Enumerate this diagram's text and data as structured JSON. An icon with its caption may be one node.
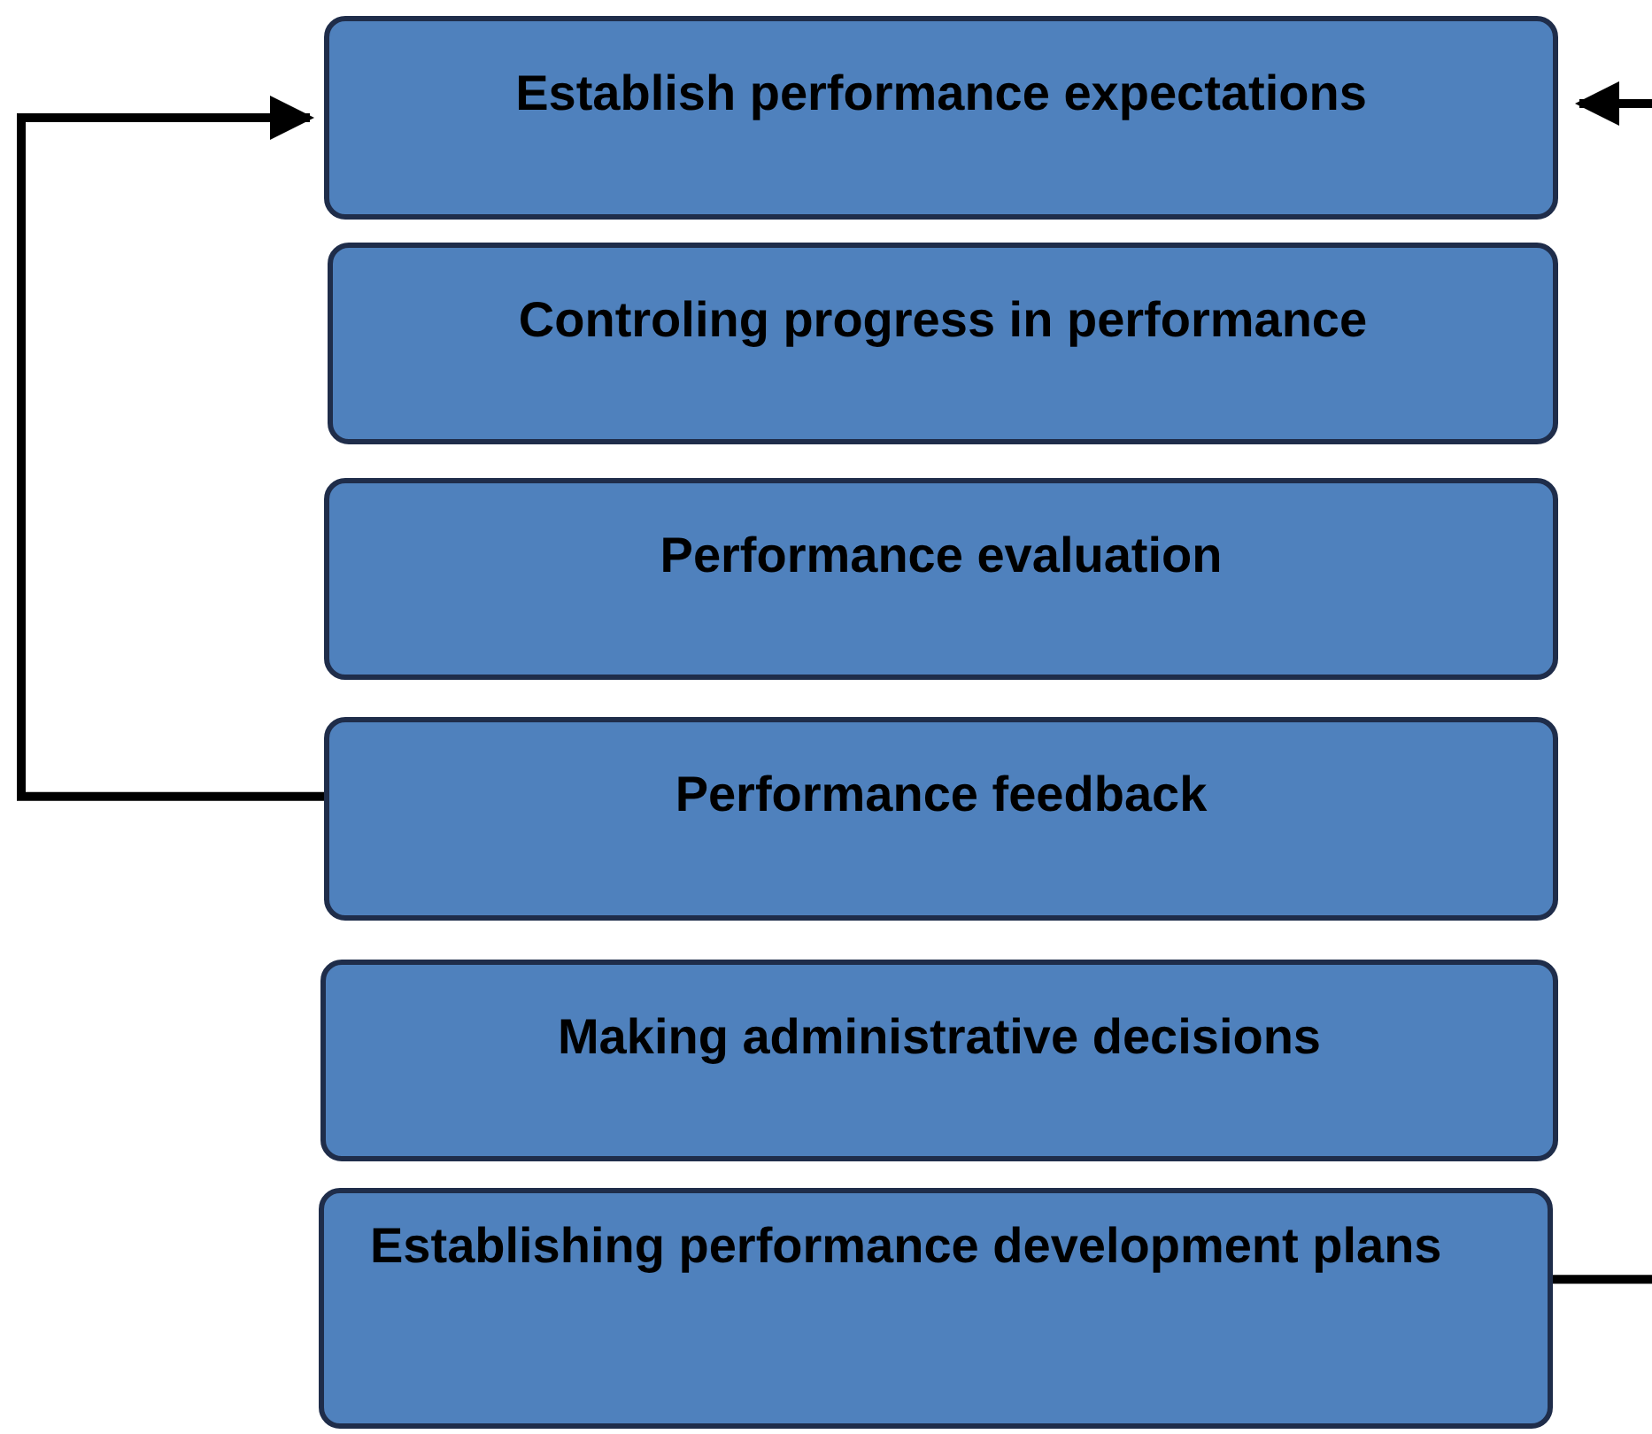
{
  "diagram": {
    "nodes": [
      {
        "text": [
          "Establish performance expectations"
        ]
      },
      {
        "text": [
          "Controling progress in performance"
        ]
      },
      {
        "text": [
          "Performance evaluation"
        ]
      },
      {
        "text": [
          "Performance feedback"
        ]
      },
      {
        "text": [
          "Making administrative decisions"
        ]
      },
      {
        "text": [
          "Establishing performance development plans"
        ]
      }
    ],
    "edges": [
      {
        "from": 3,
        "to": 0,
        "arrow": "to"
      },
      {
        "from": null,
        "to": 0,
        "arrow": "to"
      },
      {
        "from": 5,
        "to": null,
        "arrow": "none"
      }
    ]
  }
}
